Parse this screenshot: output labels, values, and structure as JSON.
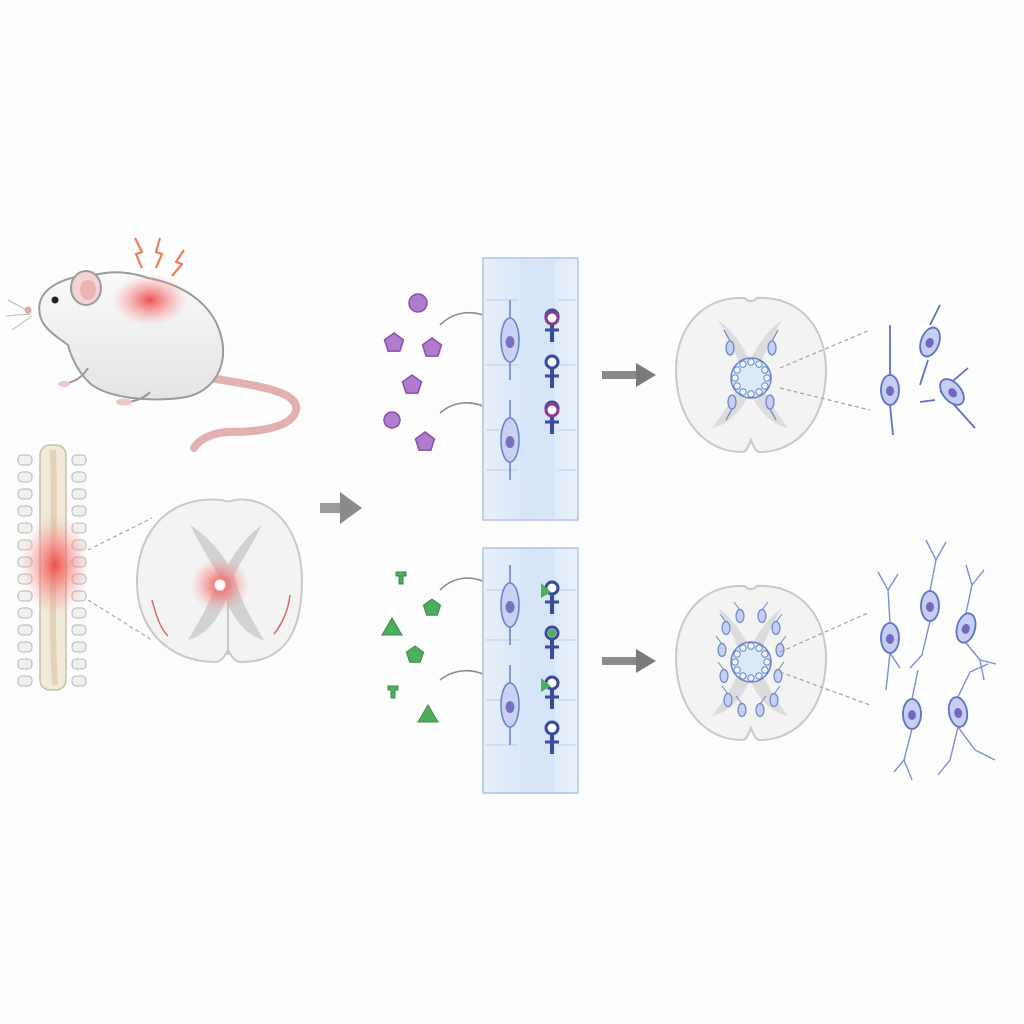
{
  "figure": {
    "type": "schematic",
    "text_labels": []
  },
  "colors": {
    "background": "#fdfdfd",
    "rat_body": "#f2f2f2",
    "rat_outline": "#9a9a9a",
    "rat_pink": "#e8b8b8",
    "injury_red": "#f05050",
    "spine_bone": "#eeeeea",
    "cord_white": "#ececec",
    "cord_grey": "#cfcfcf",
    "arrow_grey": "#7a7a7a",
    "ligand_purple": "#a46cc0",
    "ligand_green": "#4fae5c",
    "cell_blue": "#7b8fd4",
    "cell_nucleus": "#7a6fc0",
    "receptor_navy": "#3b4a9a",
    "receptor_purple": "#8a3d8f",
    "canal_blue": "#cfe0f5"
  },
  "icons": {
    "injury": "lightning-bolt-icon",
    "flow": "right-arrow-icon"
  },
  "panels": {
    "rat": "rat-with-injury",
    "spine": "spinal-column-injury",
    "cross_section": "injured-cord-cross-section",
    "top_row": "purple-ligand-signaling",
    "bottom_row": "green-ligand-signaling"
  }
}
